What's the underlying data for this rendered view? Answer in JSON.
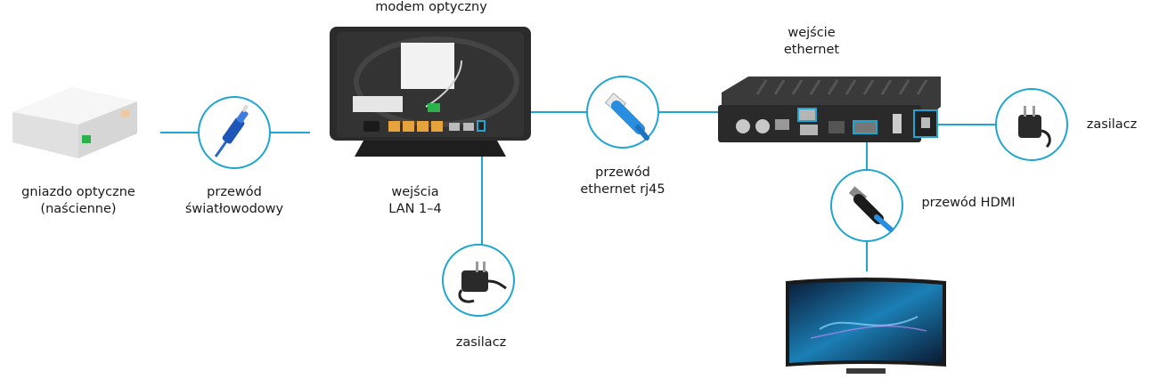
{
  "accent_color": "#1fa6d0",
  "labels": {
    "socket": [
      "gniazdo optyczne",
      "(naścienne)"
    ],
    "fiber_cable": [
      "przewód",
      "światłowodowy"
    ],
    "modem": "modem optyczny",
    "lan_ports": [
      "wejścia",
      "LAN 1–4"
    ],
    "psu_modem": "zasilacz",
    "ethernet_cable": [
      "przewód",
      "ethernet rj45"
    ],
    "ethernet_input": [
      "wejście",
      "ethernet"
    ],
    "psu_stb": "zasilacz",
    "hdmi_cable": "przewód HDMI"
  },
  "icons": {
    "socket": "optical-wall-socket",
    "fiber": "fiber-optic-connector",
    "modem": "optical-modem",
    "psu": "power-adapter",
    "rj45": "rj45-ethernet-plug",
    "stb": "set-top-box",
    "hdmi": "hdmi-plug",
    "tv": "curved-tv"
  }
}
